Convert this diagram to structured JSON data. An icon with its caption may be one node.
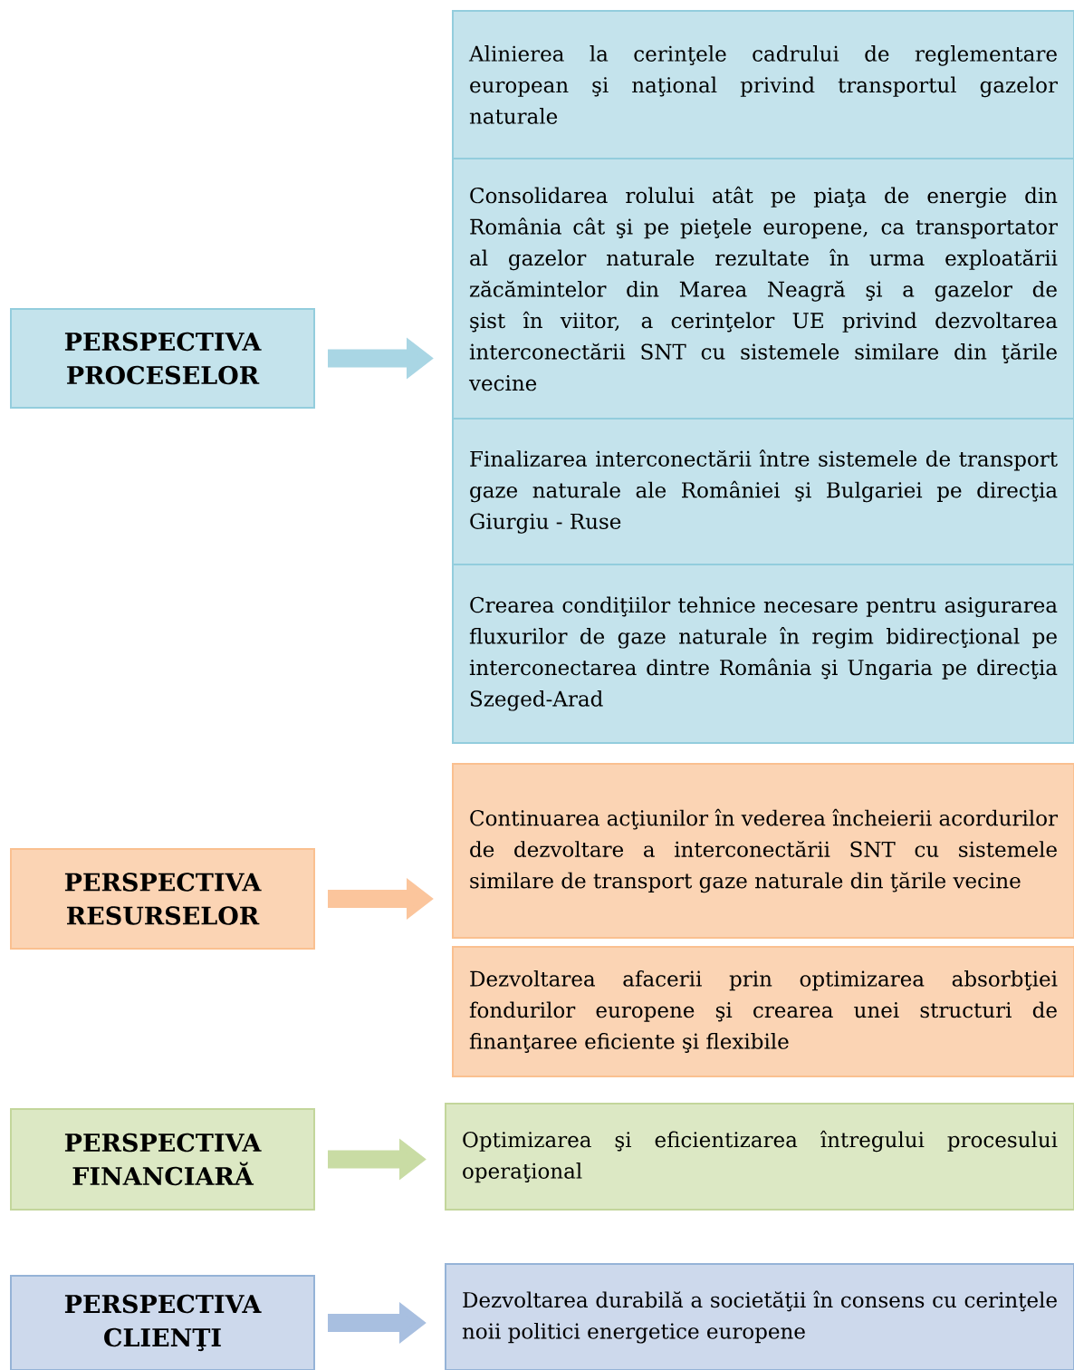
{
  "diagram": {
    "nodes": [
      {
        "text": [
          "PERSPECTIVA PROCESELOR"
        ]
      },
      {
        "text": [
          "Alinierea la cerinţele cadrului de reglementare european şi naţional privind transportul gazelor naturale"
        ]
      },
      {
        "text": [
          "Consolidarea rolului atât pe piaţa de energie din România cât şi pe pieţele europene, ca transportator al gazelor naturale rezultate în urma exploatării zăcămintelor din Marea Neagră şi a gazelor de şist în viitor, a cerinţelor UE privind dezvoltarea interconectării SNT cu sistemele similare din ţările vecine"
        ]
      },
      {
        "text": [
          "Finalizarea interconectării între sistemele de transport gaze naturale ale României şi Bulgariei pe direcţia Giurgiu - Ruse"
        ]
      },
      {
        "text": [
          "Crearea condiţiilor tehnice necesare pentru asigurarea fluxurilor de gaze naturale în regim bidirecţional pe interconectarea dintre România şi Ungaria pe direcţia Szeged-Arad"
        ]
      },
      {
        "text": [
          "PERSPECTIVA RESURSELOR"
        ]
      },
      {
        "text": [
          "Continuarea acţiunilor în vederea încheierii acordurilor de dezvoltare a interconectării SNT cu sistemele similare de transport gaze naturale din ţările vecine"
        ]
      },
      {
        "text": [
          "Dezvoltarea afacerii prin optimizarea absorbţiei fondurilor europene şi crearea unei structuri de finanţaree eficiente şi flexibile"
        ]
      },
      {
        "text": [
          "PERSPECTIVA FINANCIARĂ"
        ]
      },
      {
        "text": [
          "Optimizarea şi eficientizarea întregului procesului operaţional"
        ]
      },
      {
        "text": [
          "PERSPECTIVA CLIENŢI"
        ]
      },
      {
        "text": [
          "Dezvoltarea durabilă a societăţii în consens cu cerinţele noii politici energetice europene"
        ]
      }
    ],
    "edges": [
      {
        "from": 0,
        "to": 2,
        "arrow": "to"
      },
      {
        "from": 5,
        "to": 6,
        "arrow": "to"
      },
      {
        "from": 8,
        "to": 9,
        "arrow": "to"
      },
      {
        "from": 10,
        "to": 11,
        "arrow": "to"
      }
    ]
  }
}
